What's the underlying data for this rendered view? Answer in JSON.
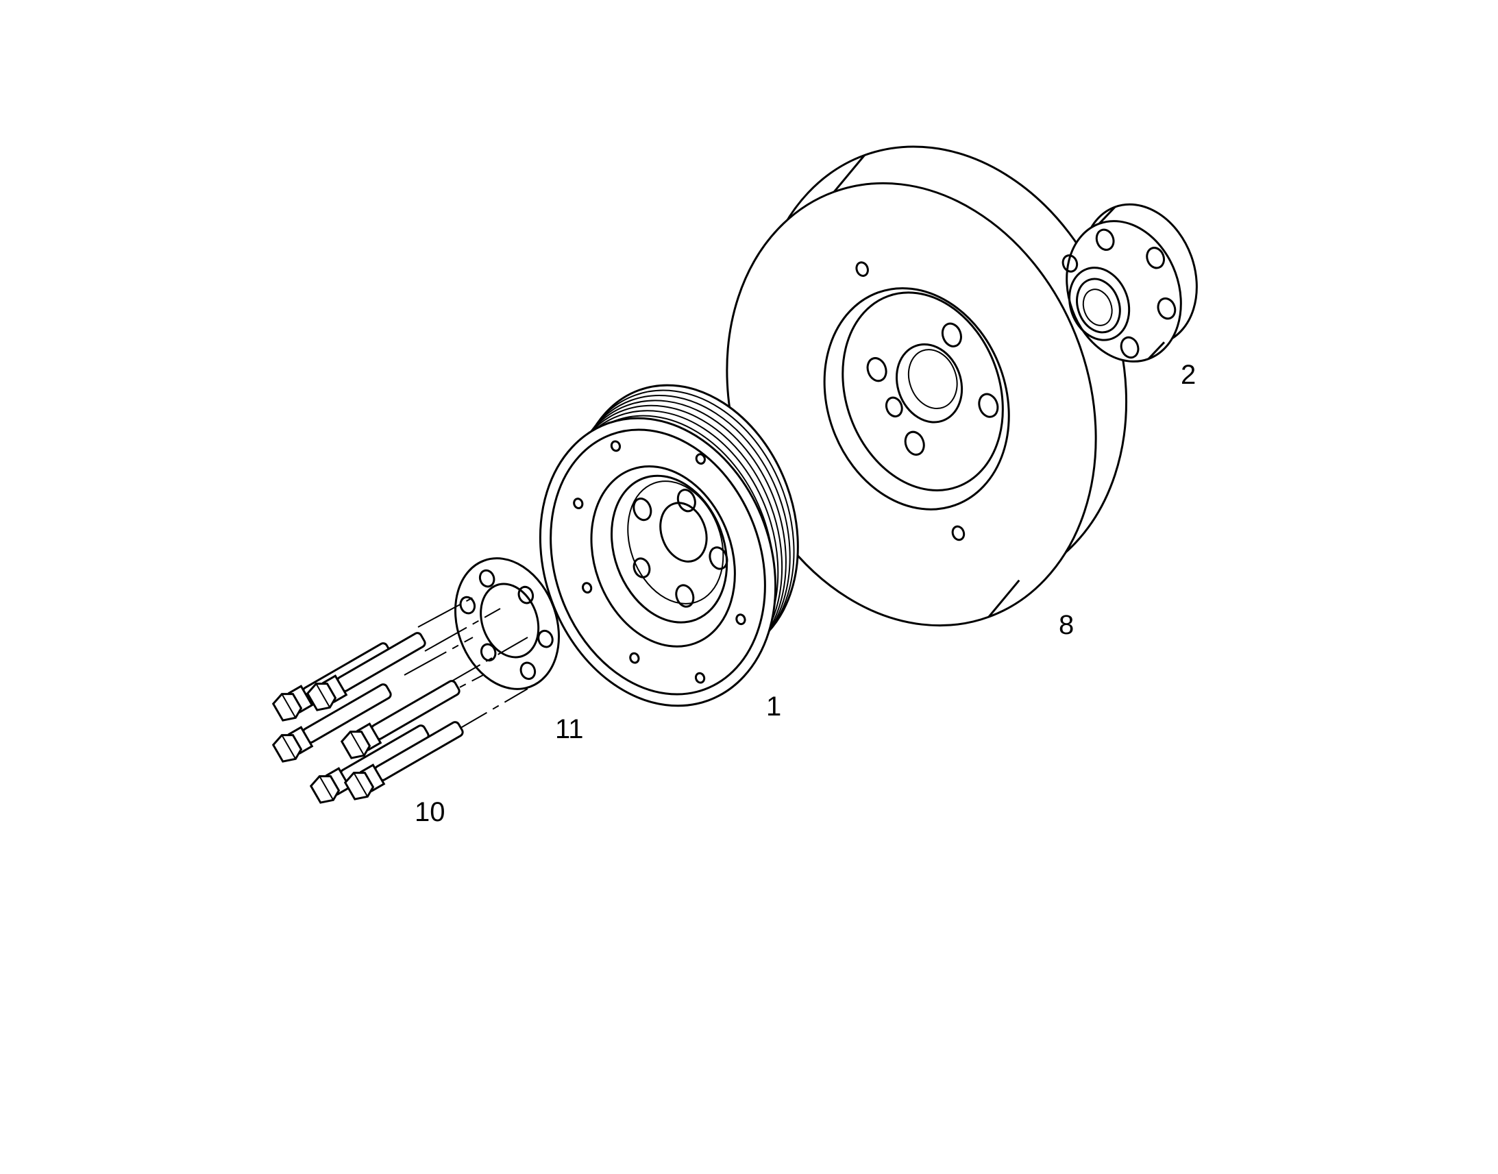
{
  "callouts": {
    "hub_adapter": "2",
    "damper_disc": "8",
    "pulley": "1",
    "washer_plate": "11",
    "bolts": "10"
  }
}
